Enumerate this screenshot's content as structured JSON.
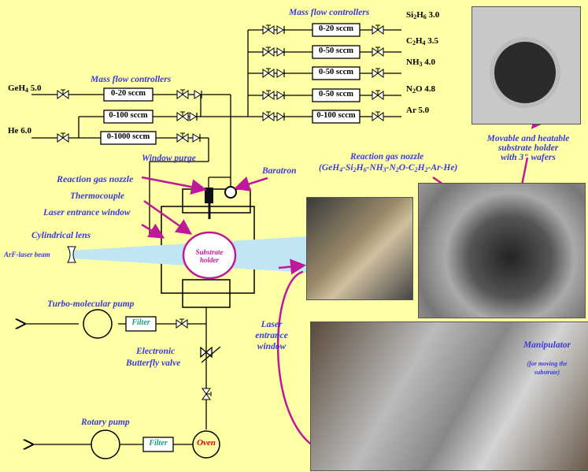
{
  "mfc_group_top": {
    "title": "Mass flow controllers",
    "lines": [
      {
        "range": "0-20 sccm",
        "gas": "Si",
        "gas_sub": "2",
        "gas2": "H",
        "gas2_sub": "6",
        "purity": " 3.0"
      },
      {
        "range": "0-50 sccm",
        "gas": "C",
        "gas_sub": "2",
        "gas2": "H",
        "gas2_sub": "4",
        "purity": " 3.5"
      },
      {
        "range": "0-50 sccm",
        "gas": "NH",
        "gas_sub": "3",
        "gas2": "",
        "gas2_sub": "",
        "purity": " 4.0"
      },
      {
        "range": "0-50 sccm",
        "gas": "N",
        "gas_sub": "2",
        "gas2": "O",
        "gas2_sub": "",
        "purity": " 4.8"
      },
      {
        "range": "0-100 sccm",
        "gas": "Ar 5.0",
        "gas_sub": "",
        "gas2": "",
        "gas2_sub": "",
        "purity": ""
      }
    ]
  },
  "mfc_group_left": {
    "title": "Mass flow controllers",
    "lines": [
      {
        "range": "0-20 sccm"
      },
      {
        "range": "0-100 sccm"
      },
      {
        "range": "0-1000 sccm"
      }
    ],
    "gases": [
      {
        "name": "GeH",
        "sub": "4",
        "purity": " 5.0"
      },
      {
        "name": "He 6.0",
        "sub": "",
        "purity": ""
      }
    ]
  },
  "labels": {
    "window_purge": "Window purge",
    "baratron": "Baratron",
    "reaction_gas_nozzle_left": "Reaction gas nozzle",
    "thermocouple": "Thermocouple",
    "laser_entrance_window_left": "Laser entrance window",
    "cylindrical_lens": "Cylindrical lens",
    "arf_beam": "ArF-laser beam",
    "substrate_holder": "Substrate holder",
    "turbo_pump": "Turbo-molecular pump",
    "filter": "Filter",
    "butterfly_valve_1": "Electronic",
    "butterfly_valve_2": "Butterfly valve",
    "rotary_pump": "Rotary pump",
    "oven": "Oven",
    "reaction_gas_nozzle_right": "Reaction gas nozzle",
    "gas_mix": "(GeH",
    "gas_mix_parts": [
      "4",
      "-Si",
      "2",
      "H",
      "6",
      "-NH",
      "3",
      "-N",
      "2",
      "O-C",
      "2",
      "H",
      "2",
      "-Ar-He)"
    ],
    "substrate_holder_desc_1": "Movable and heatable",
    "substrate_holder_desc_2": "substrate holder",
    "substrate_holder_desc_3": "with 3\" wafers",
    "laser_window_right_1": "Laser",
    "laser_window_right_2": "entrance",
    "laser_window_right_3": "window",
    "manipulator": "Manipulator",
    "manipulator_note_1": "(for moving the",
    "manipulator_note_2": "substrate)"
  },
  "colors": {
    "background": "#ffffa6",
    "label_blue": "#3a3ad6",
    "arrow_magenta": "#c0189a",
    "beam": "#bfe6f2",
    "oven_red": "#e00000",
    "filter_text": "#1a9a8a"
  }
}
